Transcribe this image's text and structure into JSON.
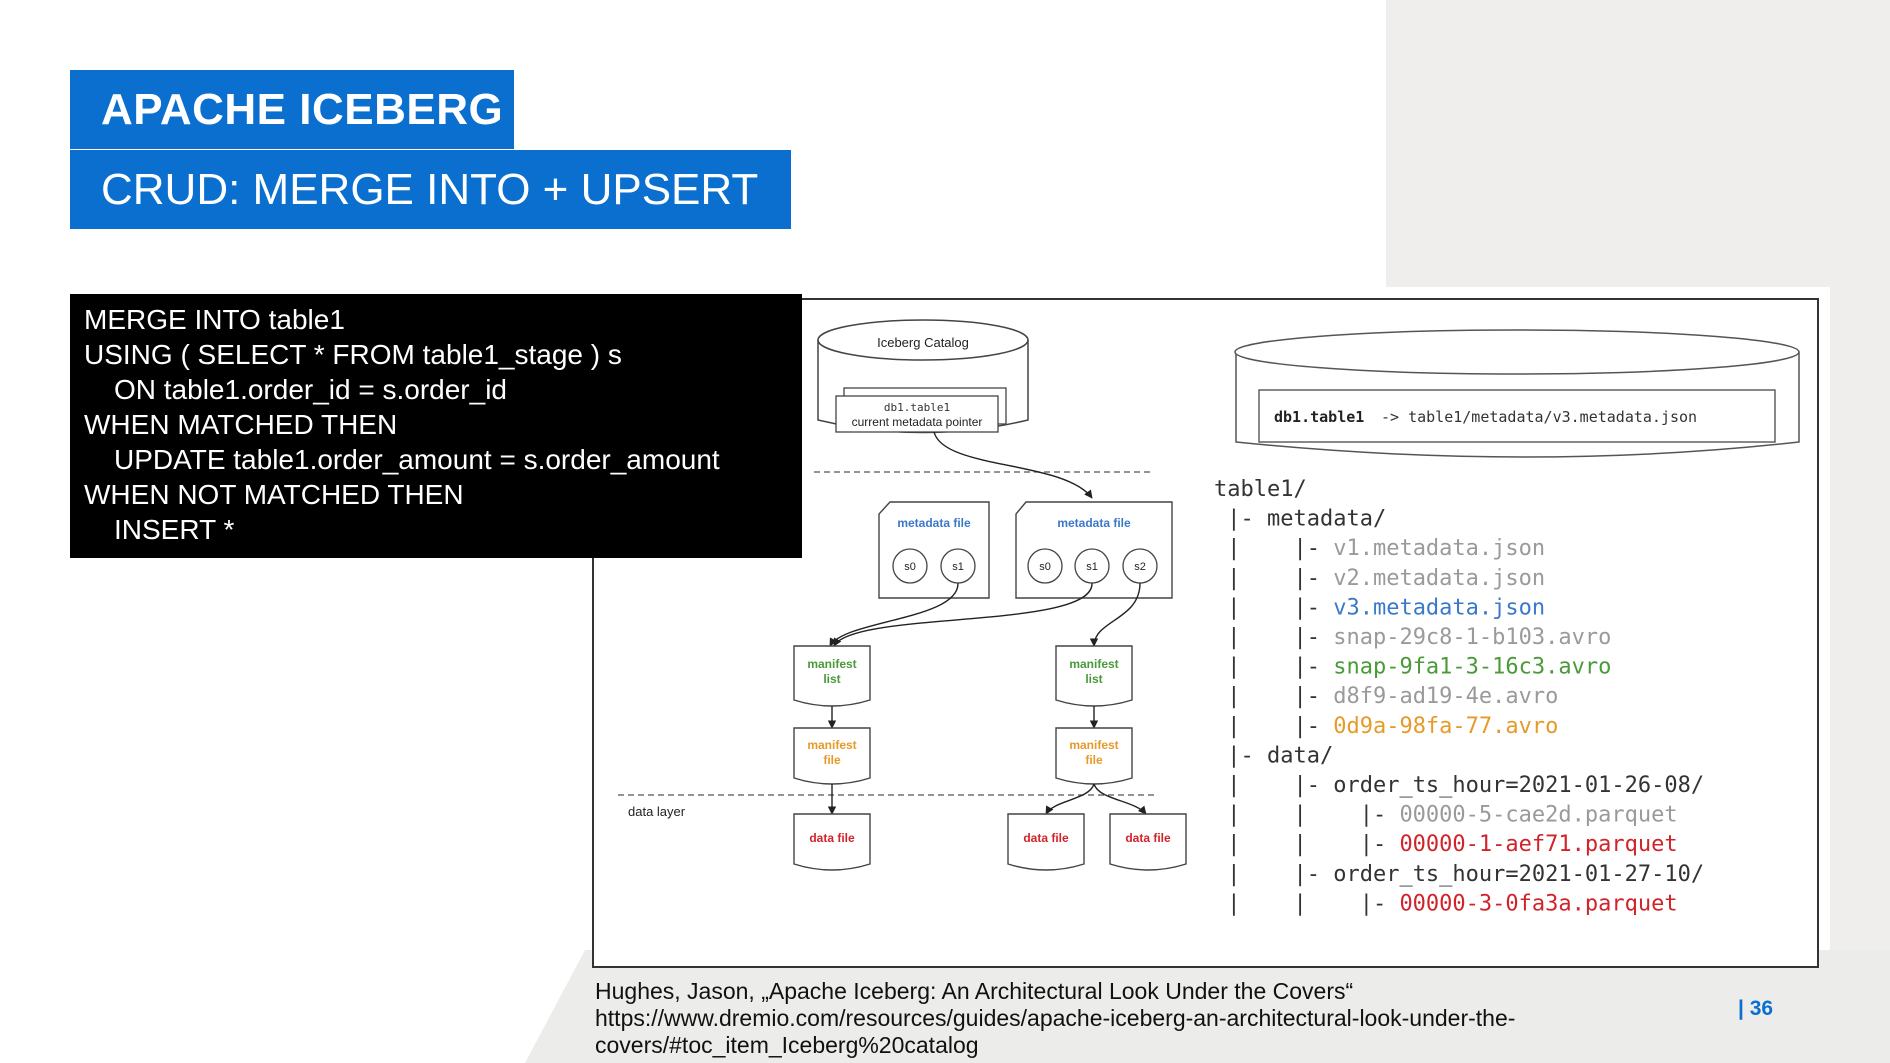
{
  "slide": {
    "title": "APACHE ICEBERG",
    "subtitle": "CRUD: MERGE INTO +  UPSERT",
    "page_number": "| 36"
  },
  "code": {
    "lines": [
      "MERGE INTO table1",
      "USING ( SELECT * FROM table1_stage ) s",
      "ON table1.order_id = s.order_id",
      "WHEN MATCHED THEN",
      "UPDATE table1.order_amount = s.order_amount",
      "WHEN NOT MATCHED THEN",
      "INSERT *"
    ]
  },
  "diagram": {
    "catalog_label": "Iceberg Catalog",
    "catalog_table": "db1.table1",
    "catalog_pointer": "current metadata pointer",
    "metadata_file": "metadata file",
    "snapshots": [
      "s0",
      "s1",
      "s2"
    ],
    "manifest_list": "manifest list",
    "manifest_file": "manifest file",
    "data_file": "data file",
    "data_layer": "data layer",
    "pointer_key": "db1.table1",
    "pointer_value": "-> table1/metadata/v3.metadata.json",
    "tree": [
      {
        "prefix": "table1/",
        "name": "",
        "color": "#333333"
      },
      {
        "prefix": " |- ",
        "name": "metadata/",
        "color": "#333333"
      },
      {
        "prefix": " |    |- ",
        "name": "v1.metadata.json",
        "color": "#9a9a9a"
      },
      {
        "prefix": " |    |- ",
        "name": "v2.metadata.json",
        "color": "#9a9a9a"
      },
      {
        "prefix": " |    |- ",
        "name": "v3.metadata.json",
        "color": "#3a78c9"
      },
      {
        "prefix": " |    |- ",
        "name": "snap-29c8-1-b103.avro",
        "color": "#9a9a9a"
      },
      {
        "prefix": " |    |- ",
        "name": "snap-9fa1-3-16c3.avro",
        "color": "#4a9a3a"
      },
      {
        "prefix": " |    |- ",
        "name": "d8f9-ad19-4e.avro",
        "color": "#9a9a9a"
      },
      {
        "prefix": " |    |- ",
        "name": "0d9a-98fa-77.avro",
        "color": "#e69a2a"
      },
      {
        "prefix": " |- ",
        "name": "data/",
        "color": "#333333"
      },
      {
        "prefix": " |    |- ",
        "name": "order_ts_hour=2021-01-26-08/",
        "color": "#333333"
      },
      {
        "prefix": " |    |    |- ",
        "name": "00000-5-cae2d.parquet",
        "color": "#9a9a9a"
      },
      {
        "prefix": " |    |    |- ",
        "name": "00000-1-aef71.parquet",
        "color": "#d0242a"
      },
      {
        "prefix": " |    |- ",
        "name": "order_ts_hour=2021-01-27-10/",
        "color": "#333333"
      },
      {
        "prefix": " |    |    |- ",
        "name": "00000-3-0fa3a.parquet",
        "color": "#d0242a"
      }
    ],
    "colors": {
      "metadata": "#3a78c9",
      "manifest_list": "#4a9a3a",
      "manifest_file": "#e69a2a",
      "data_file": "#d0242a"
    }
  },
  "source": {
    "line1": "Hughes, Jason, „Apache Iceberg: An Architectural Look Under the Covers“",
    "line2": "https://www.dremio.com/resources/guides/apache-iceberg-an-architectural-look-under-the-",
    "line3": "covers/#toc_item_Iceberg%20catalog"
  }
}
